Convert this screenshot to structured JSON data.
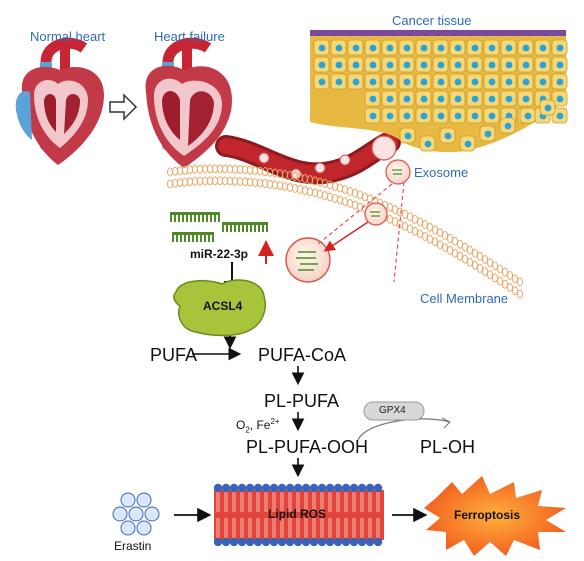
{
  "labels": {
    "normal_heart": "Normal heart",
    "heart_failure": "Heart failure",
    "cancer_tissue": "Cancer tissue",
    "exosome": "Exosome",
    "mirna": "miR-22-3p",
    "acsl4": "ACSL4",
    "cell_membrane": "Cell Membrane",
    "pufa": "PUFA",
    "pufa_coa": "PUFA-CoA",
    "pl_pufa": "PL-PUFA",
    "o2_fe": "O",
    "o2_sub": "2",
    "fe_text": ", Fe",
    "fe_sup": "2+",
    "pl_pufa_ooh": "PL-PUFA-OOH",
    "gpx4": "GPX4",
    "pl_oh": "PL-OH",
    "lipid_ros": "Lipid ROS",
    "ferroptosis": "Ferroptosis",
    "erastin": "Erastin"
  },
  "colors": {
    "label_blue": "#2e6db4",
    "acsl4_green": "#a8c43a",
    "vessel_red": "#b32025",
    "exosome_red": "#e05050",
    "membrane_blue": "#3a63b8",
    "ferroptosis_orange": "#f26b1d",
    "mirna_green": "#4e8a2a",
    "cancer_yellow": "#f0c94a",
    "nucleus_blue": "#2aa3d8"
  },
  "icons": [
    "heart-illustration",
    "hollow-arrow-icon",
    "blood-vessel",
    "cancer-tissue",
    "exosome-icon",
    "mirna-icon",
    "up-arrow-icon",
    "inhibit-icon",
    "membrane-bilayer",
    "erastin-icon",
    "starburst-icon"
  ]
}
